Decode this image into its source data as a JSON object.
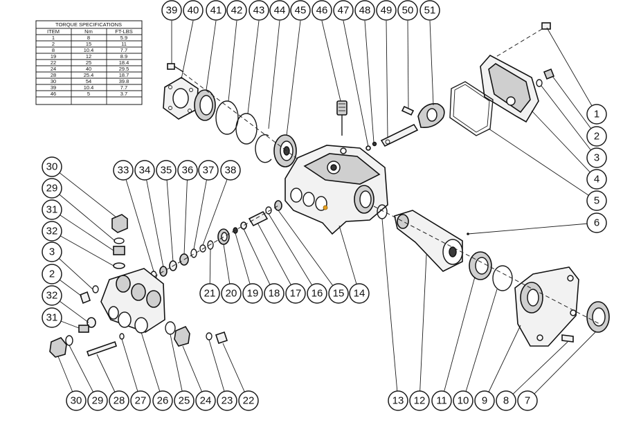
{
  "torque_table": {
    "title": "TORQUE SPECIFICATIONS",
    "headers": [
      "ITEM",
      "Nm",
      "FT-LBS"
    ],
    "rows": [
      [
        "1",
        "8",
        "5.9"
      ],
      [
        "2",
        "15",
        "11"
      ],
      [
        "8",
        "10.4",
        "7.7"
      ],
      [
        "19",
        "12",
        "8.9"
      ],
      [
        "22",
        "25",
        "18.4"
      ],
      [
        "24",
        "40",
        "29.5"
      ],
      [
        "28",
        "25.4",
        "18.7"
      ],
      [
        "30",
        "54",
        "39.8"
      ],
      [
        "39",
        "10.4",
        "7.7"
      ],
      [
        "46",
        "5",
        "3.7"
      ]
    ]
  },
  "callouts": [
    {
      "id": "c39",
      "label": "39"
    },
    {
      "id": "c40",
      "label": "40"
    },
    {
      "id": "c41",
      "label": "41"
    },
    {
      "id": "c42",
      "label": "42"
    },
    {
      "id": "c43",
      "label": "43"
    },
    {
      "id": "c44",
      "label": "44"
    },
    {
      "id": "c45",
      "label": "45"
    },
    {
      "id": "c46",
      "label": "46"
    },
    {
      "id": "c47",
      "label": "47"
    },
    {
      "id": "c48",
      "label": "48"
    },
    {
      "id": "c49",
      "label": "49"
    },
    {
      "id": "c50",
      "label": "50"
    },
    {
      "id": "c51",
      "label": "51"
    },
    {
      "id": "c1",
      "label": "1"
    },
    {
      "id": "c2r",
      "label": "2"
    },
    {
      "id": "c3r",
      "label": "3"
    },
    {
      "id": "c4",
      "label": "4"
    },
    {
      "id": "c5",
      "label": "5"
    },
    {
      "id": "c6",
      "label": "6"
    },
    {
      "id": "c30a",
      "label": "30"
    },
    {
      "id": "c29a",
      "label": "29"
    },
    {
      "id": "c31a",
      "label": "31"
    },
    {
      "id": "c32a",
      "label": "32"
    },
    {
      "id": "c3l",
      "label": "3"
    },
    {
      "id": "c2l",
      "label": "2"
    },
    {
      "id": "c32b",
      "label": "32"
    },
    {
      "id": "c31b",
      "label": "31"
    },
    {
      "id": "c33",
      "label": "33"
    },
    {
      "id": "c34",
      "label": "34"
    },
    {
      "id": "c35",
      "label": "35"
    },
    {
      "id": "c36",
      "label": "36"
    },
    {
      "id": "c37",
      "label": "37"
    },
    {
      "id": "c38",
      "label": "38"
    },
    {
      "id": "c21",
      "label": "21"
    },
    {
      "id": "c20",
      "label": "20"
    },
    {
      "id": "c19",
      "label": "19"
    },
    {
      "id": "c18",
      "label": "18"
    },
    {
      "id": "c17",
      "label": "17"
    },
    {
      "id": "c16",
      "label": "16"
    },
    {
      "id": "c15",
      "label": "15"
    },
    {
      "id": "c14",
      "label": "14"
    },
    {
      "id": "c30b",
      "label": "30"
    },
    {
      "id": "c29b",
      "label": "29"
    },
    {
      "id": "c28",
      "label": "28"
    },
    {
      "id": "c27",
      "label": "27"
    },
    {
      "id": "c26",
      "label": "26"
    },
    {
      "id": "c25",
      "label": "25"
    },
    {
      "id": "c24",
      "label": "24"
    },
    {
      "id": "c23",
      "label": "23"
    },
    {
      "id": "c22",
      "label": "22"
    },
    {
      "id": "c13",
      "label": "13"
    },
    {
      "id": "c12",
      "label": "12"
    },
    {
      "id": "c11",
      "label": "11"
    },
    {
      "id": "c10",
      "label": "10"
    },
    {
      "id": "c9",
      "label": "9"
    },
    {
      "id": "c8",
      "label": "8"
    },
    {
      "id": "c7",
      "label": "7"
    }
  ]
}
